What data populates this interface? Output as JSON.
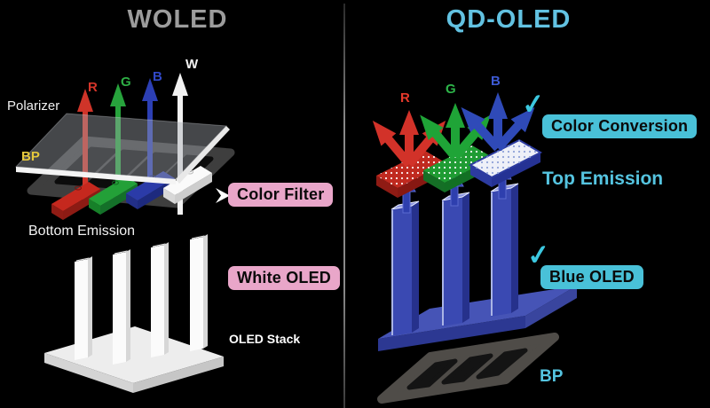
{
  "woled": {
    "title": "WOLED",
    "rays": [
      {
        "letter": "R",
        "color": "#d5352a"
      },
      {
        "letter": "G",
        "color": "#2eae45"
      },
      {
        "letter": "B",
        "color": "#3148c8"
      },
      {
        "letter": "W",
        "color": "#f5f5f5"
      }
    ],
    "labels": {
      "polarizer": "Polarizer",
      "bp": "BP",
      "bottom_emission": "Bottom Emission",
      "oled_stack": "OLED Stack"
    },
    "badges": {
      "color_filter": "Color Filter",
      "white_oled": "White OLED"
    }
  },
  "qdoled": {
    "title": "QD-OLED",
    "rays": [
      {
        "letter": "R",
        "color": "#e5392b"
      },
      {
        "letter": "G",
        "color": "#2db449"
      },
      {
        "letter": "B",
        "color": "#3d5ad4"
      }
    ],
    "labels": {
      "top_emission": "Top Emission",
      "bp": "BP"
    },
    "badges": {
      "color_conversion": "Color Conversion",
      "blue_oled": "Blue OLED"
    },
    "checkmarks": {
      "color_conversion": "✓",
      "blue_oled": "✓"
    }
  },
  "icons": {
    "checkmark": "✓",
    "pointer_arrow": "▶"
  },
  "colors": {
    "background": "#000000",
    "pink_badge": "#e9a6c9",
    "cyan_badge": "#49c1d8",
    "cyan_text": "#55c4e0",
    "yellow_bp": "#e6c83c",
    "gray_title": "#9c9c9c",
    "red": "#c5281e",
    "green": "#23a038",
    "blue": "#2b3ba8",
    "white": "#fafafa",
    "blue_oled_pillar": "#3a49b2",
    "divider": "#7a7a7a"
  }
}
